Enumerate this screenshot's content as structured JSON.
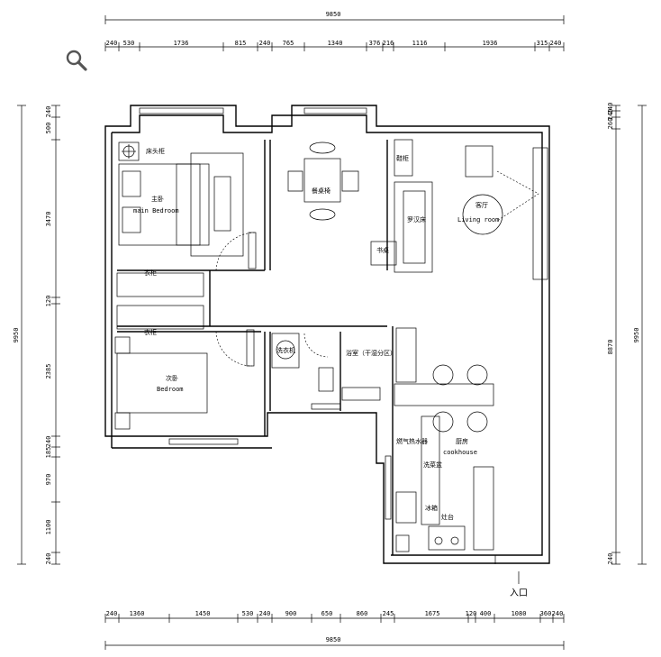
{
  "dimensions": {
    "top_total": "9850",
    "top_segments": [
      "240",
      "530",
      "1736",
      "815",
      "240",
      "765",
      "1340",
      "376",
      "216",
      "1116",
      "1936",
      "315",
      "240"
    ],
    "bottom_segments": [
      "240",
      "1360",
      "1450",
      "530",
      "240",
      "900",
      "650",
      "860",
      "245",
      "1675",
      "120",
      "400",
      "1080",
      "360",
      "240"
    ],
    "bottom_total": "9850",
    "left_total": "9950",
    "left_segments": [
      "240",
      "500",
      "3470",
      "120",
      "2385",
      "240",
      "185",
      "970",
      "1100",
      "240"
    ],
    "right_total": "9950",
    "right_segments": [
      "240",
      "240",
      "260",
      "8870",
      "240"
    ]
  },
  "rooms": {
    "bedside": "床头柜",
    "master_cn": "主卧",
    "master_en": "main Bedroom",
    "dining_table": "餐桌椅",
    "shoe_cabinet": "鞋柜",
    "sofa": "罗汉床",
    "living_cn": "客厅",
    "living_en": "Living room",
    "desk": "书桌",
    "wardrobe_a": "衣柜",
    "wardrobe_b": "衣柜",
    "second_cn": "次卧",
    "second_en": "Bedroom",
    "wash": "洗衣机",
    "bath": "浴室（干湿分区）",
    "kitchen_cn": "厨房",
    "kitchen_en": "cookhouse",
    "gas": "燃气热水器",
    "sink": "洗菜盆",
    "fridge": "冰箱",
    "stove": "灶台",
    "entry": "入口"
  },
  "icons": {
    "zoom": "magnifier-icon"
  }
}
